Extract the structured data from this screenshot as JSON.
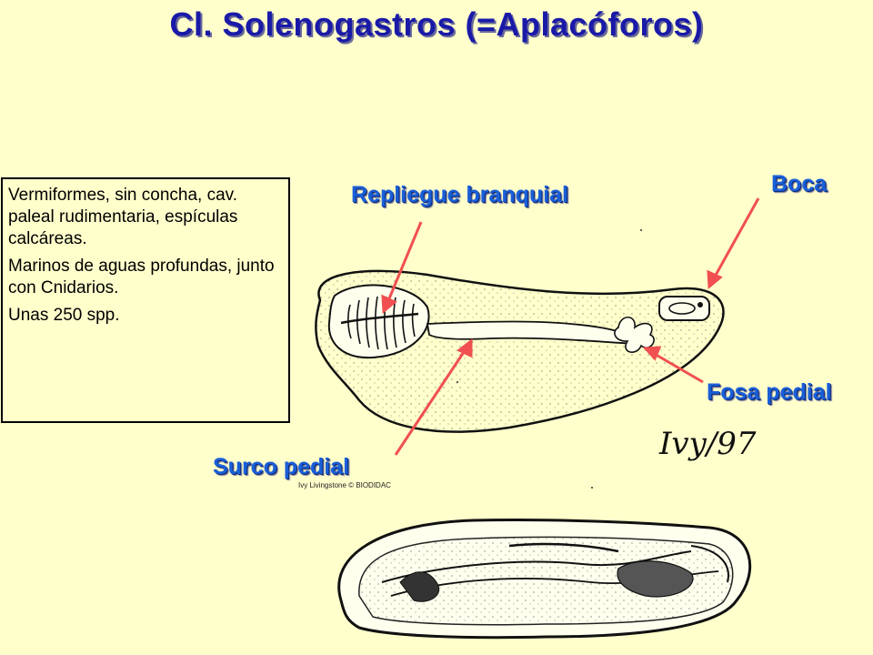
{
  "title": "Cl. Solenogastros (=Aplacóforos)",
  "info": {
    "p1": "Vermiformes, sin concha, cav. paleal rudimentaria, espículas calcáreas.",
    "p2": "Marinos de aguas profundas, junto con Cnidarios.",
    "p3": "Unas 250 spp."
  },
  "labels": {
    "repliegue": "Repliegue branquial",
    "boca": "Boca",
    "fosa": "Fosa pedial",
    "surco": "Surco pedial"
  },
  "credit": "Ivy Livingstone © BIODIDAC",
  "signature": "Ivy/97",
  "colors": {
    "title": "#1a1aa8",
    "label": "#1a5fd8",
    "arrow": "#f05050",
    "background": "#ffffcc"
  }
}
